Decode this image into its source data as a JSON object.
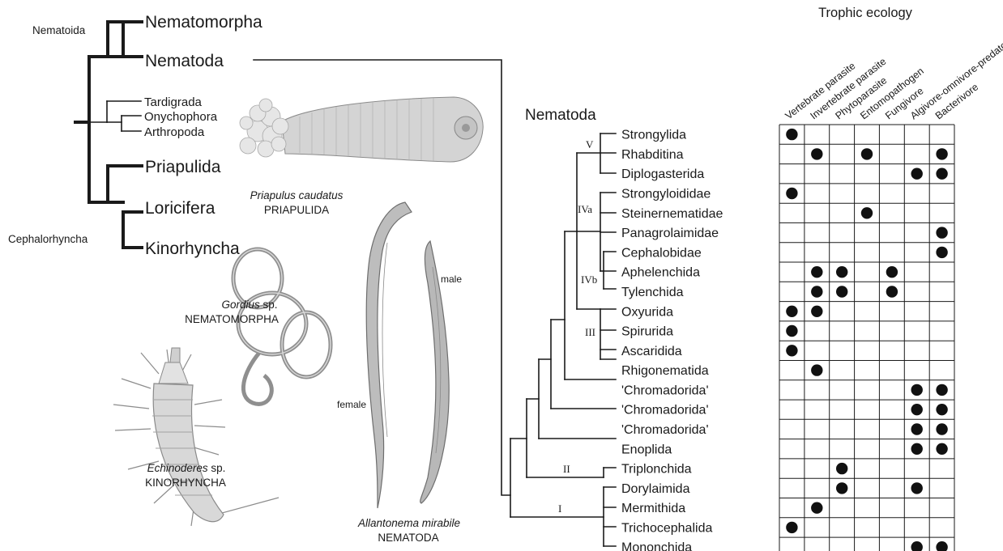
{
  "upper_tree": {
    "group_labels": {
      "nematoida": "Nematoida",
      "cephalorhyncha": "Cephalorhyncha"
    },
    "taxa": {
      "nematomorpha": "Nematomorpha",
      "nematoda": "Nematoda",
      "tardigrada": "Tardigrada",
      "onychophora": "Onychophora",
      "arthropoda": "Arthropoda",
      "priapulida": "Priapulida",
      "loricifera": "Loricifera",
      "kinorhyncha": "Kinorhyncha"
    }
  },
  "illustrations": {
    "priapulus": {
      "genus": "Priapulus caudatus",
      "group": "PRIAPULIDA"
    },
    "gordius": {
      "genus": "Gordius",
      "suffix": "sp.",
      "group": "NEMATOMORPHA"
    },
    "echinoderes": {
      "genus": "Echinoderes",
      "suffix": "sp.",
      "group": "KINORHYNCHA"
    },
    "allantonema": {
      "genus": "Allantonema mirabile",
      "group": "NEMATODA",
      "female": "female",
      "male": "male"
    }
  },
  "nematoda_tree": {
    "title": "Nematoda",
    "clade_labels": {
      "I": "I",
      "II": "II",
      "III": "III",
      "IVa": "IVa",
      "IVb": "IVb",
      "V": "V"
    },
    "taxa": [
      "Strongylida",
      "Rhabditina",
      "Diplogasterida",
      "Strongyloididae",
      "Steinernematidae",
      "Panagrolaimidae",
      "Cephalobidae",
      "Aphelenchida",
      "Tylenchida",
      "Oxyurida",
      "Spirurida",
      "Ascaridida",
      "Rhigonematida",
      "'Chromadorida'",
      "'Chromadorida'",
      "'Chromadorida'",
      "Enoplida",
      "Triplonchida",
      "Dorylaimida",
      "Mermithida",
      "Trichocephalida",
      "Mononchida"
    ]
  },
  "trophic_ecology": {
    "title": "Trophic ecology",
    "columns": [
      "Vertebrate parasite",
      "Invertebrate parasite",
      "Phytoparasite",
      "Entomopathogen",
      "Fungivore",
      "Algivore-omnivore-predator",
      "Bacterivore"
    ],
    "matrix": [
      [
        1,
        0,
        0,
        0,
        0,
        0,
        0
      ],
      [
        0,
        1,
        0,
        1,
        0,
        0,
        1
      ],
      [
        0,
        0,
        0,
        0,
        0,
        1,
        1
      ],
      [
        1,
        0,
        0,
        0,
        0,
        0,
        0
      ],
      [
        0,
        0,
        0,
        1,
        0,
        0,
        0
      ],
      [
        0,
        0,
        0,
        0,
        0,
        0,
        1
      ],
      [
        0,
        0,
        0,
        0,
        0,
        0,
        1
      ],
      [
        0,
        1,
        1,
        0,
        1,
        0,
        0
      ],
      [
        0,
        1,
        1,
        0,
        1,
        0,
        0
      ],
      [
        1,
        1,
        0,
        0,
        0,
        0,
        0
      ],
      [
        1,
        0,
        0,
        0,
        0,
        0,
        0
      ],
      [
        1,
        0,
        0,
        0,
        0,
        0,
        0
      ],
      [
        0,
        1,
        0,
        0,
        0,
        0,
        0
      ],
      [
        0,
        0,
        0,
        0,
        0,
        1,
        1
      ],
      [
        0,
        0,
        0,
        0,
        0,
        1,
        1
      ],
      [
        0,
        0,
        0,
        0,
        0,
        1,
        1
      ],
      [
        0,
        0,
        0,
        0,
        0,
        1,
        1
      ],
      [
        0,
        0,
        1,
        0,
        0,
        0,
        0
      ],
      [
        0,
        0,
        1,
        0,
        0,
        1,
        0
      ],
      [
        0,
        1,
        0,
        0,
        0,
        0,
        0
      ],
      [
        1,
        0,
        0,
        0,
        0,
        0,
        0
      ],
      [
        0,
        0,
        0,
        0,
        0,
        1,
        1
      ]
    ],
    "dot_color": "#111111"
  }
}
